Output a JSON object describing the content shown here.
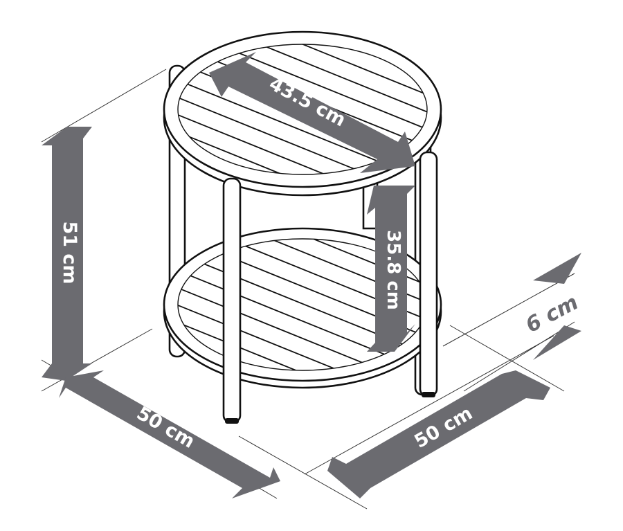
{
  "diagram": {
    "subject": "Round two-tier side table",
    "colors": {
      "arrow": "#6b6b70",
      "line": "#111111",
      "background": "#ffffff"
    },
    "dimensions": {
      "top_diameter": "43.5 cm",
      "total_height": "51 cm",
      "shelf_gap": "35.8 cm",
      "rim_height": "6 cm",
      "width": "50 cm",
      "depth": "50 cm"
    }
  }
}
